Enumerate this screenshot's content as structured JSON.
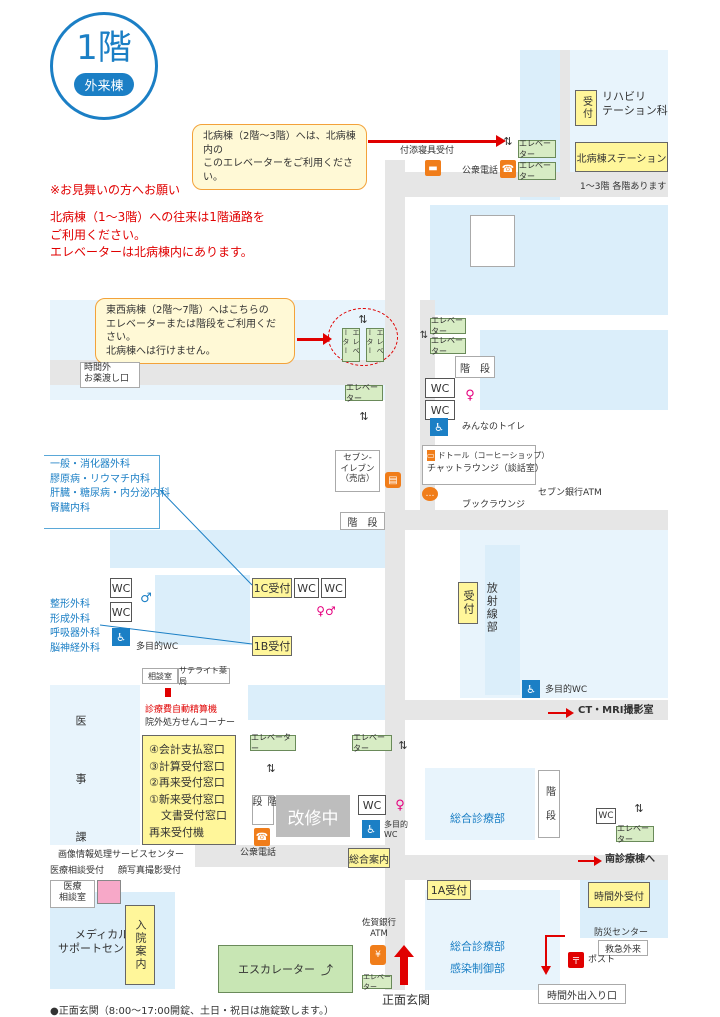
{
  "badge": {
    "floor": "1階",
    "building": "外来棟"
  },
  "notes": {
    "north_line1": "北病棟（2階〜3階）へは、北病棟内の",
    "north_line2": "このエレベーターをご利用ください。",
    "east_line1": "東西病棟（2階〜7階）へはこちらの",
    "east_line2": "エレベーターまたは階段をご利用ください。",
    "east_line3": "北病棟へは行けません。"
  },
  "visitor": {
    "heading": "※お見舞いの方へお願い",
    "line1": "北病棟（1〜3階）への往来は1階通路を",
    "line2": "ご利用ください。",
    "line3": "エレベーターは北病棟内にあります。"
  },
  "dept_c": {
    "l1": "一般・消化器外科",
    "l2": "膠原病・リウマチ内科",
    "l3": "肝臓・糖尿病・内分泌内科",
    "l4": "腎臓内科"
  },
  "dept_b": {
    "l1": "整形外科",
    "l2": "形成外科",
    "l3": "呼吸器外科",
    "l4": "脳神経外科"
  },
  "labels": {
    "rehab_reception": "受付",
    "rehab": "リハビリ\nテーション科",
    "north_station": "北病棟ステーション",
    "floors_note": "1〜3階 各階あります",
    "attendant": "付添寝具受付",
    "payphone": "公衆電話",
    "elevator": "エレベーター",
    "after_hours_pharmacy": "時間外\nお薬渡し口",
    "stairs": "階　段",
    "wc": "WC",
    "everyone_toilet": "みんなのトイレ",
    "doutor": "ドトール（コーヒーショップ）",
    "chat_lounge": "チャットラウンジ（談話室）",
    "seven_atm": "セブン銀行ATM",
    "book_lounge": "ブックラウンジ",
    "seven_eleven": "セブン-\nイレブン\n（売店）",
    "reception_1c": "1C受付",
    "reception_1b": "1B受付",
    "multi_wc": "多目的WC",
    "radiology_reception": "受付",
    "radiology": "放射線部",
    "ct_mri": "CT・MRI撮影室",
    "consult_room": "相談室",
    "satellite_pharmacy": "サテライト薬局",
    "auto_payment": "診療費自動精算機",
    "outside_rx": "院外処方せんコーナー",
    "medical_affairs": "医　事　課",
    "w4": "④会計支払窓口",
    "w3": "③計算受付窓口",
    "w2": "②再来受付窓口",
    "w1": "①新来受付窓口",
    "w1b": "文書受付窓口",
    "revisit_machine": "再来受付機",
    "renovation": "改修中",
    "multi_wc2": "多目的\nWC",
    "info_desk": "総合案内",
    "general_dept": "総合診療部",
    "south_ward": "南診療棟へ",
    "imaging_center": "画像情報処理サービスセンター",
    "medical_consult_reception": "医療相談受付",
    "photo_reception": "顔写真撮影受付",
    "medical_consult_room": "医療\n相談室",
    "medical_support": "メディカル\nサポートセンター",
    "admission_desk": "入院案内",
    "escalator": "エスカレーター",
    "saga_atm": "佐賀銀行\nATM",
    "reception_1a": "1A受付",
    "general_dept2": "総合診療部",
    "infection_control": "感染制御部",
    "after_hours_reception": "時間外受付",
    "disaster_center": "防災センター",
    "emergency_outpatient": "救急外来",
    "post": "ポスト",
    "after_hours_entrance": "時間外出入り口",
    "main_entrance": "正面玄関",
    "footer": "●正面玄関（8:00〜17:00開錠、土日・祝日は施錠致します。）"
  }
}
